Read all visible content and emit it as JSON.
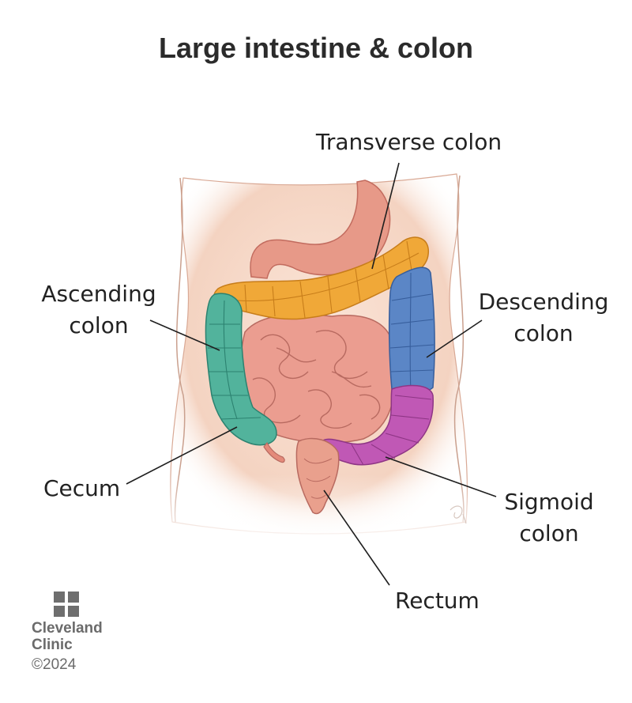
{
  "title": "Large intestine & colon",
  "labels": {
    "transverse": "Transverse colon",
    "ascending": [
      "Ascending",
      "colon"
    ],
    "descending": [
      "Descending",
      "colon"
    ],
    "cecum": "Cecum",
    "sigmoid": [
      "Sigmoid",
      "colon"
    ],
    "rectum": "Rectum"
  },
  "segment_colors": {
    "transverse": "#f0a838",
    "ascending": "#52b39c",
    "descending": "#5b86c6",
    "sigmoid": "#c058b5",
    "small_intestine": "#e8988c",
    "stomach": "#e79988",
    "rectum": "#e9a08d",
    "skin": "#f6d9c9"
  },
  "logo": {
    "line1": "Cleveland",
    "line2": "Clinic",
    "copyright": "©2024"
  }
}
